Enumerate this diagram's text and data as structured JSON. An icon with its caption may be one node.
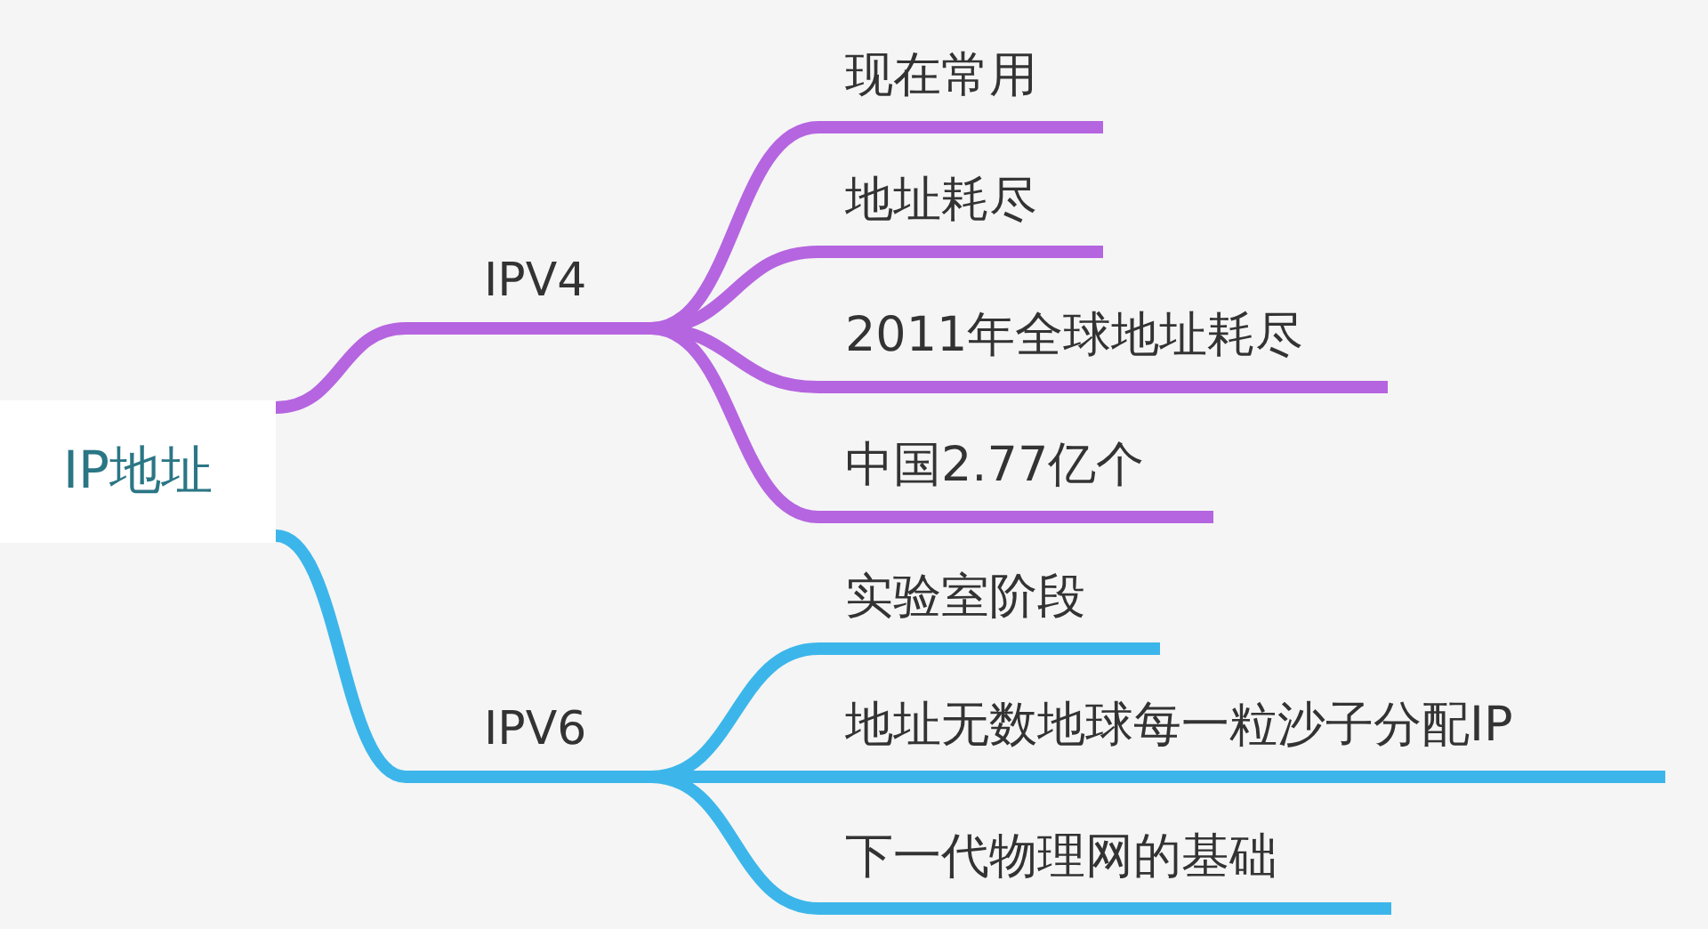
{
  "diagram": {
    "nodes": [
      {
        "text": [
          "IP地址"
        ]
      },
      {
        "text": [
          "IPV4"
        ]
      },
      {
        "text": [
          "现在常用"
        ]
      },
      {
        "text": [
          "地址耗尽"
        ]
      },
      {
        "text": [
          "2011年全球地址耗尽"
        ]
      },
      {
        "text": [
          "中国2.77亿个"
        ]
      },
      {
        "text": [
          "IPV6"
        ]
      },
      {
        "text": [
          "实验室阶段"
        ]
      },
      {
        "text": [
          "地址无数地球每一粒沙子分配IP"
        ]
      },
      {
        "text": [
          "下一代物理网的基础"
        ]
      }
    ],
    "edges": [
      {
        "from": 0,
        "to": 1,
        "arrow": "none"
      },
      {
        "from": 1,
        "to": 2,
        "arrow": "none"
      },
      {
        "from": 1,
        "to": 3,
        "arrow": "none"
      },
      {
        "from": 1,
        "to": 4,
        "arrow": "none"
      },
      {
        "from": 1,
        "to": 5,
        "arrow": "none"
      },
      {
        "from": 0,
        "to": 6,
        "arrow": "none",
        "color": "#3cb6ea"
      },
      {
        "from": 6,
        "to": 7,
        "arrow": "none",
        "color": "#3cb6ea"
      },
      {
        "from": 6,
        "to": 8,
        "arrow": "none",
        "color": "#3cb6ea"
      },
      {
        "from": 6,
        "to": 9,
        "arrow": "none",
        "color": "#3cb6ea"
      }
    ]
  }
}
